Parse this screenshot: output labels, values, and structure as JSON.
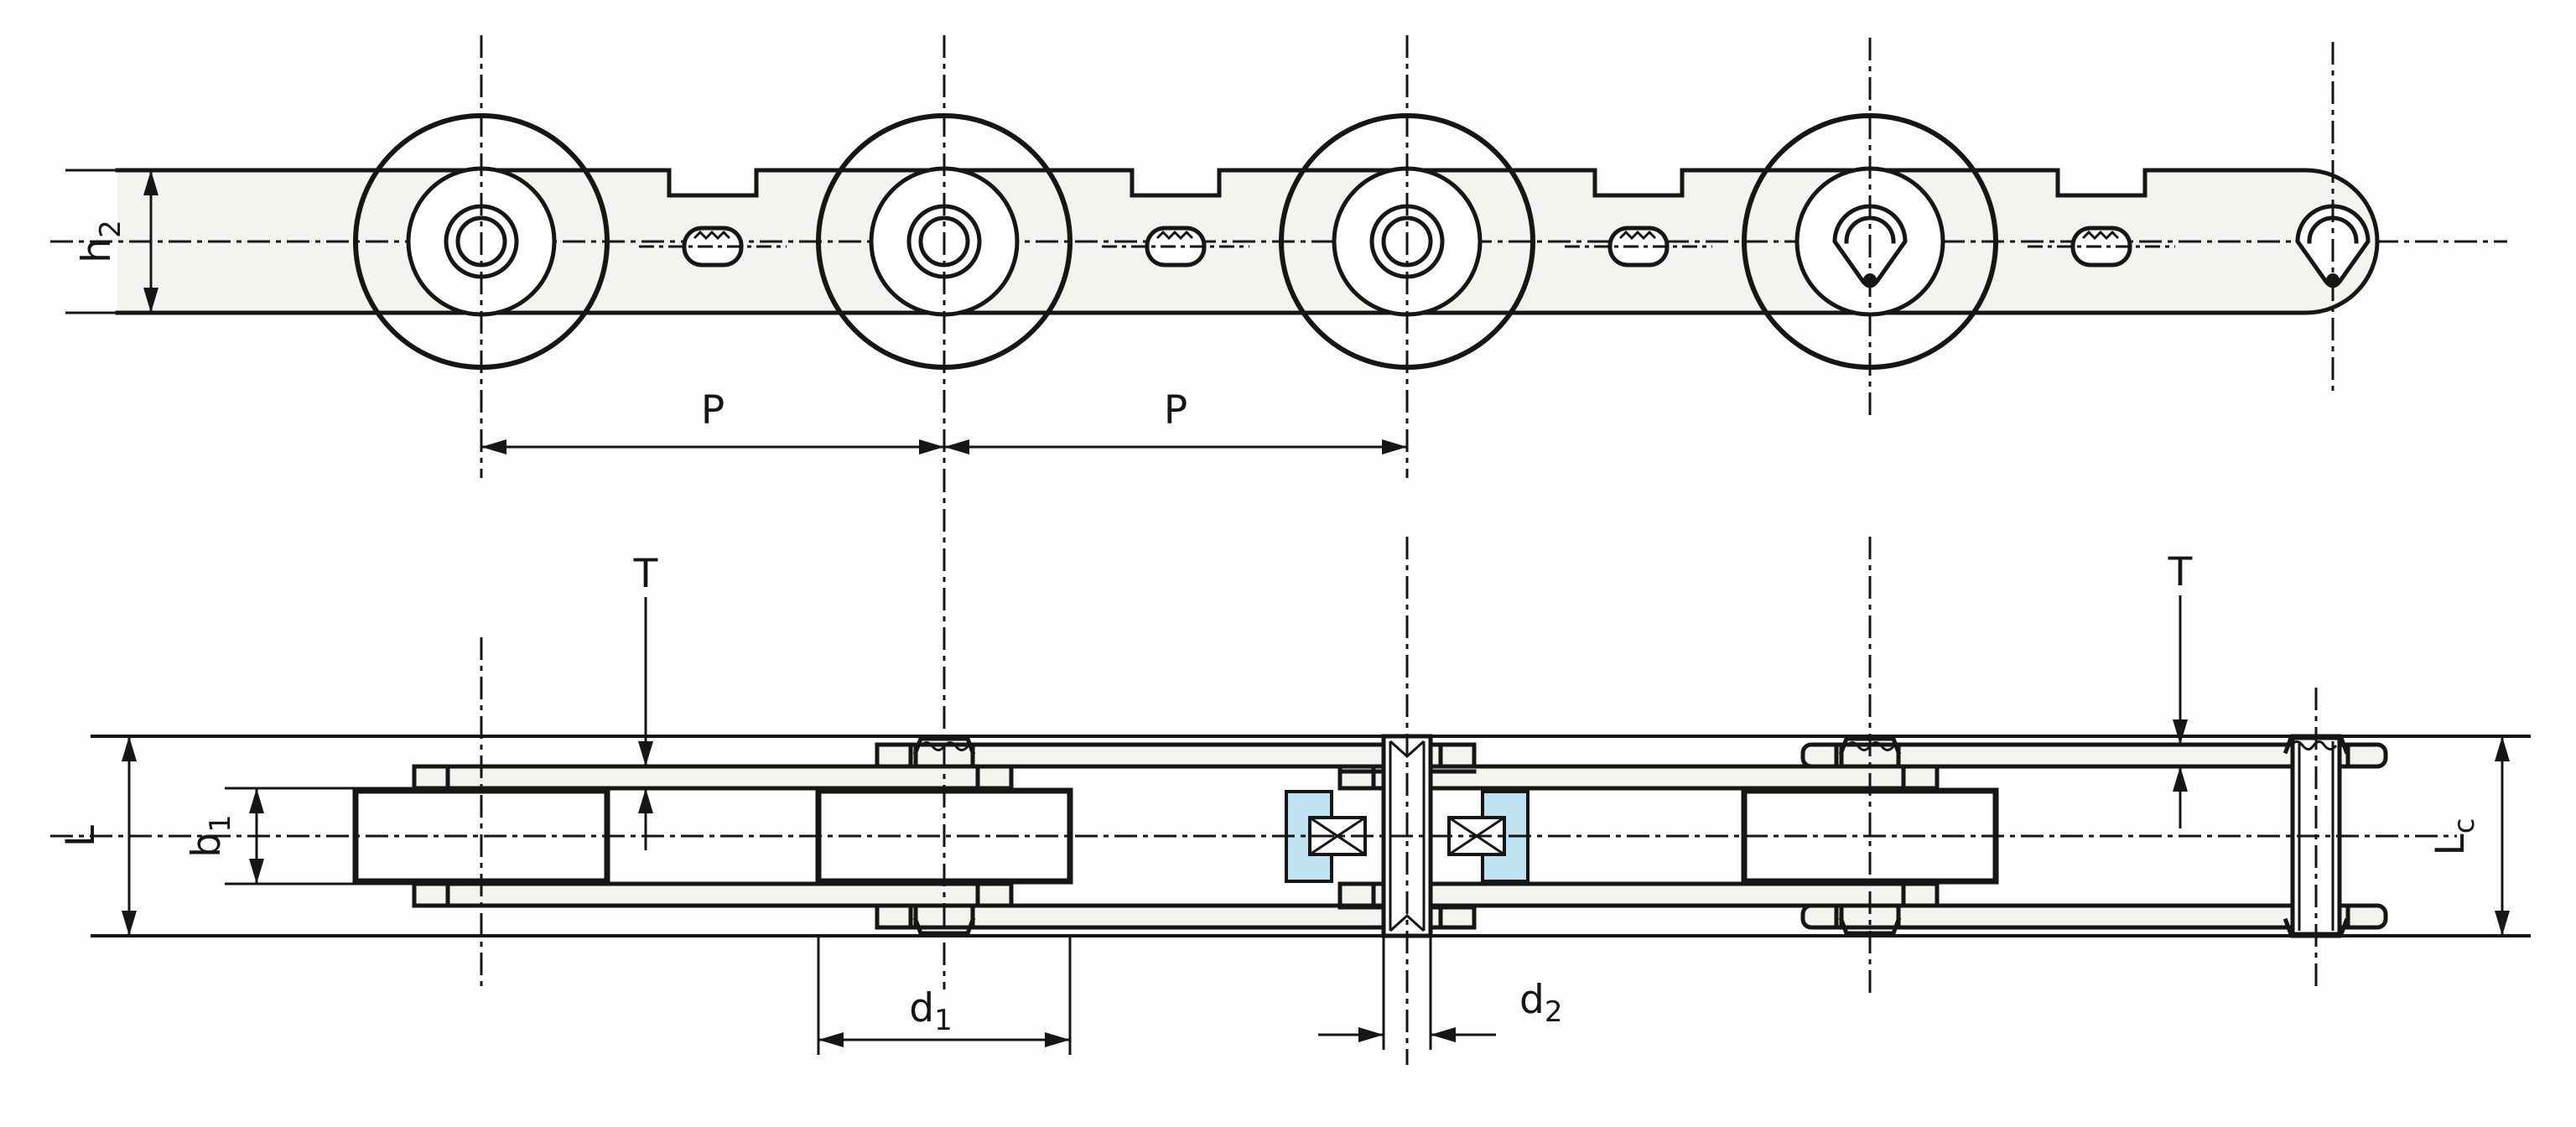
{
  "drawing": {
    "kind": "technical-dimension-drawing",
    "subject": "conveyor roller chain, side elevation (top) and plan view with pin section (bottom)",
    "colors": {
      "ink": "#161616",
      "plate_wash": "#f3f3f0",
      "bushing_highlight": "#bfe2f2",
      "background": "#fdfdfc"
    },
    "roller_count_side_view": 4,
    "pitch_segments_dimensioned": 2
  },
  "labels": {
    "h2": {
      "base": "h",
      "sub": "2"
    },
    "p1": {
      "text": "P"
    },
    "p2": {
      "text": "P"
    },
    "t_left": {
      "text": "T"
    },
    "t_right": {
      "text": "T"
    },
    "L": {
      "text": "L"
    },
    "b1": {
      "base": "b",
      "sub": "1"
    },
    "d1": {
      "base": "d",
      "sub": "1"
    },
    "d2": {
      "base": "d",
      "sub": "2"
    },
    "lc": {
      "base": "L",
      "sub": "c"
    }
  }
}
